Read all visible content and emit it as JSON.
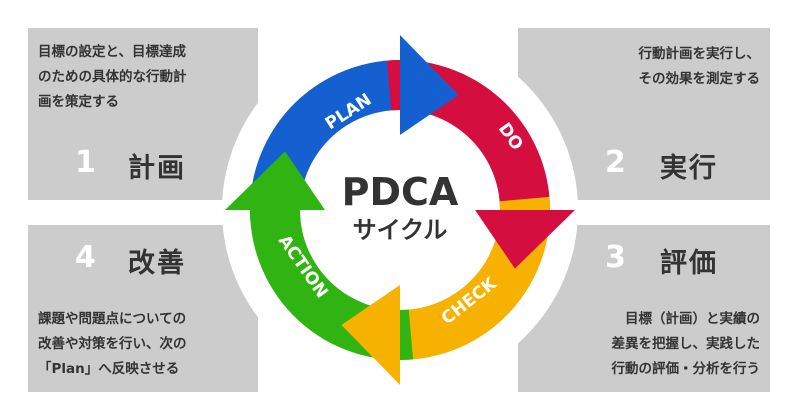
{
  "center": {
    "title": "PDCA",
    "subtitle": "サイクル"
  },
  "steps": [
    {
      "key": "plan",
      "arrow_label": "PLAN",
      "number": "1",
      "title": "計画",
      "color": "#1560d0",
      "description": [
        "目標の設定と、目標達成",
        "のための具体的な行動計",
        "画を策定する"
      ]
    },
    {
      "key": "do",
      "arrow_label": "DO",
      "number": "2",
      "title": "実行",
      "color": "#d40f3f",
      "description": [
        "行動計画を実行し、",
        "その効果を測定する"
      ]
    },
    {
      "key": "check",
      "arrow_label": "CHECK",
      "number": "3",
      "title": "評価",
      "color": "#f7b100",
      "description": [
        "目標（計画）と実績の",
        "差異を把握し、実践した",
        "行動の評価・分析を行う"
      ]
    },
    {
      "key": "action",
      "arrow_label": "ACTION",
      "number": "4",
      "title": "改善",
      "color": "#2fb411",
      "description": [
        "課題や問題点についての",
        "改善や対策を行い、次の",
        "「Plan」へ反映させる"
      ]
    }
  ]
}
